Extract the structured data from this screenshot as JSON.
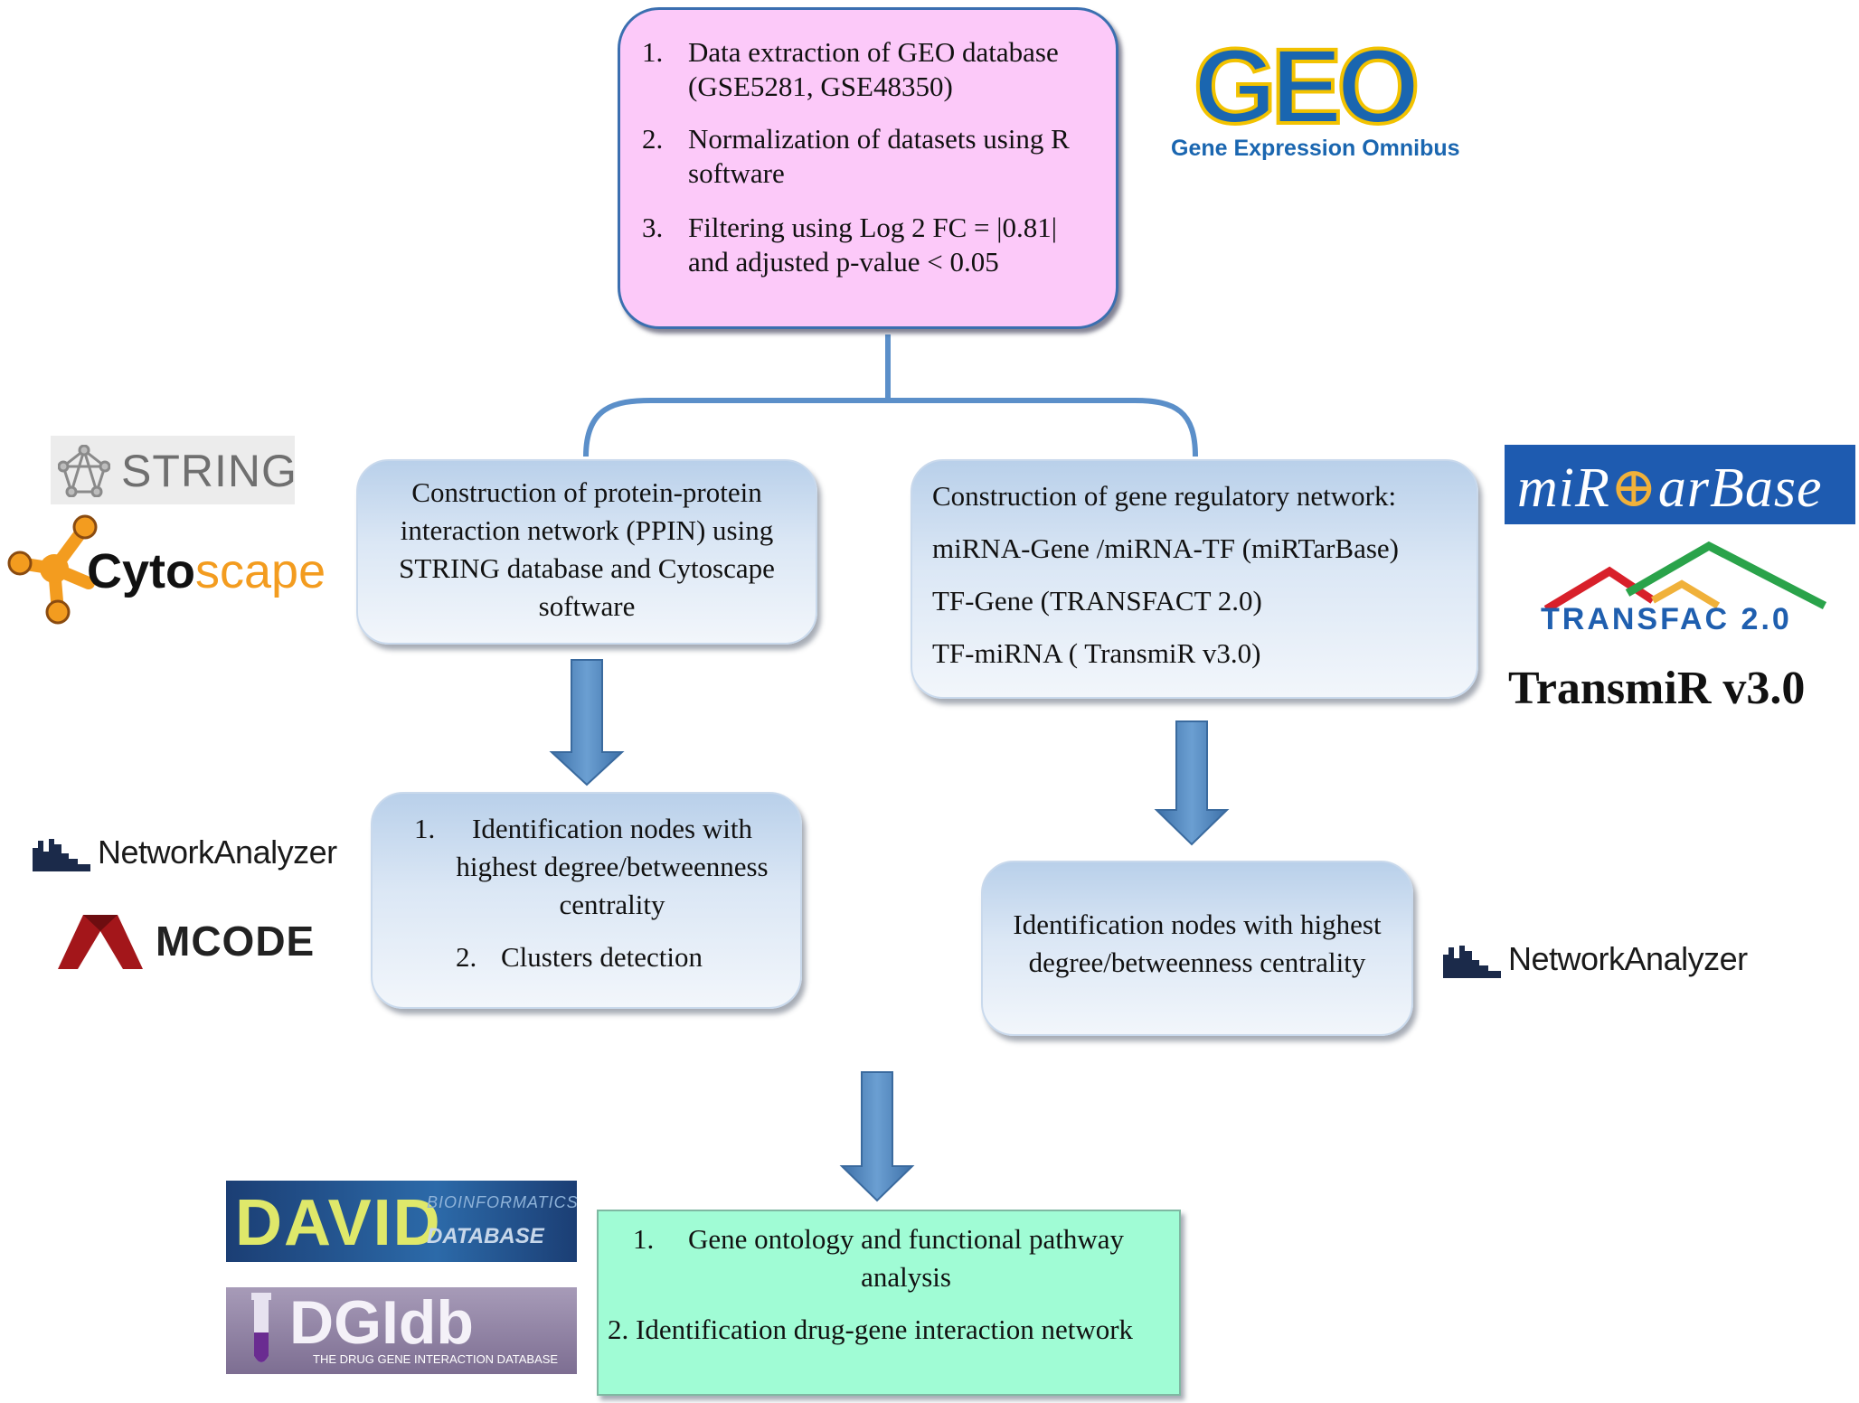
{
  "top_box": {
    "items": [
      {
        "num": "1.",
        "line1": "Data extraction of GEO database",
        "line2": "(GSE5281, GSE48350)"
      },
      {
        "num": "2.",
        "line1": "Normalization of datasets using R",
        "line2": "software"
      },
      {
        "num": "3.",
        "line1": "Filtering using Log 2 FC = |0.81|",
        "line2": "and adjusted p-value < 0.05"
      }
    ]
  },
  "ppin_box": {
    "lines": [
      "Construction of protein-protein",
      "interaction network (PPIN) using",
      "STRING database and Cytoscape",
      "software"
    ]
  },
  "grn_box": {
    "lines": [
      "Construction of gene regulatory network:",
      "miRNA-Gene /miRNA-TF (miRTarBase)",
      "TF-Gene (TRANSFACT 2.0)",
      "TF-miRNA  ( TransmiR v3.0)"
    ]
  },
  "hub_left_box": {
    "item1_num": "1.",
    "item1_lines": [
      "Identification nodes with",
      "highest degree/betweenness",
      "centrality"
    ],
    "item2_num": "2.",
    "item2_text": "Clusters detection"
  },
  "hub_right_box": {
    "lines": [
      "Identification nodes with highest",
      "degree/betweenness centrality"
    ]
  },
  "final_box": {
    "item1_num": "1.",
    "item1_lines": [
      "Gene ontology and functional pathway",
      "analysis"
    ],
    "item2": "2. Identification drug-gene interaction network"
  },
  "logos": {
    "geo_mark": "GEO",
    "geo_sub": "Gene Expression Omnibus",
    "string": "STRING",
    "cytoscape_a": "Cyto",
    "cytoscape_b": "scape",
    "networkanalyzer_left": "NetworkAnalyzer",
    "mcode": "MCODE",
    "mirtarbase_a": "miR",
    "mirtarbase_b": "arBase",
    "transfac": "TRANSFAC 2.0",
    "transmir": "TransmiR v3.0",
    "networkanalyzer_right": "NetworkAnalyzer",
    "david_main": "DAVID",
    "david_sub1": "BIOINFORMATICS",
    "david_sub2": "DATABASE",
    "dgidb_main": "DGIdb",
    "dgidb_sub": "THE DRUG GENE INTERACTION DATABASE"
  },
  "colors": {
    "arrow": "#4a7fb5",
    "connector": "#5b8fc9",
    "pink_box": "#fcc9f9",
    "green_box": "#a0fcd5",
    "geo_blue": "#1a66b0",
    "geo_yellow": "#f2c200",
    "cytoscape_orange": "#f39c1f",
    "mcode_red": "#a3161a",
    "mirtarbase_blue": "#1e5bb0",
    "transfac_red": "#d8202a",
    "transfac_green": "#2aa34a",
    "transfac_blue": "#1f5faf"
  }
}
